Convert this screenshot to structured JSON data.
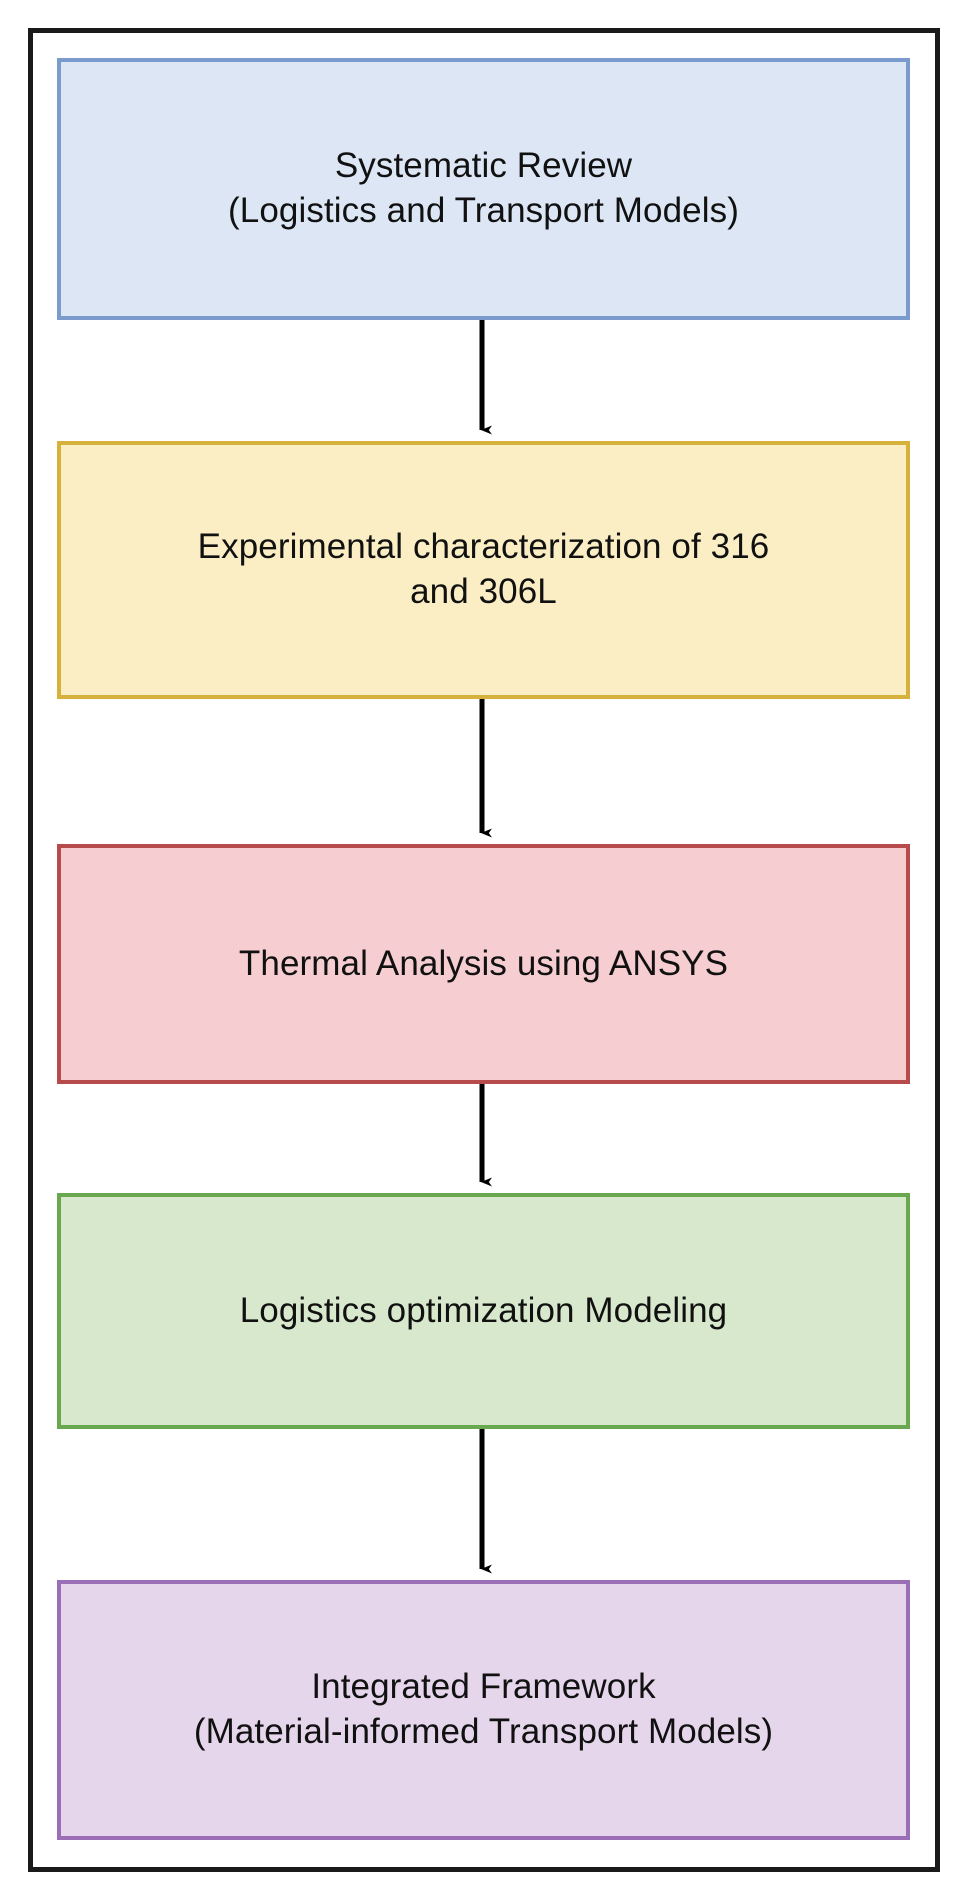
{
  "figure": {
    "type": "flowchart",
    "orientation": "vertical top-to-bottom",
    "frame_border_color": "#1a1a1a",
    "background_color": "#ffffff",
    "arrow_color": "#000000",
    "node_count": 5,
    "arrow_count": 4
  },
  "nodes": [
    {
      "id": "systematic-review",
      "line1": "Systematic Review",
      "line2": "(Logistics and Transport Models)",
      "text": "Systematic Review\n(Logistics and Transport Models)",
      "fill": "#dce6f5",
      "stroke": "#7a9bcb"
    },
    {
      "id": "experimental-characterization",
      "line1": "Experimental characterization of 316",
      "line2": "and  306L",
      "text": "Experimental characterization of 316\nand  306L",
      "fill": "#fbeec4",
      "stroke": "#d6b13c"
    },
    {
      "id": "thermal-analysis",
      "line1": "Thermal Analysis using ANSYS",
      "line2": "",
      "text": "Thermal Analysis using ANSYS",
      "fill": "#f6ced1",
      "stroke": "#b74b4b"
    },
    {
      "id": "logistics-optimization",
      "line1": "Logistics optimization Modeling",
      "line2": "",
      "text": "Logistics optimization Modeling",
      "fill": "#d8e8cd",
      "stroke": "#6aa84f"
    },
    {
      "id": "integrated-framework",
      "line1": "Integrated Framework",
      "line2": "(Material-informed Transport Models)",
      "text": "Integrated Framework\n(Material-informed Transport Models)",
      "fill": "#e5d6eb",
      "stroke": "#9b6fb5"
    }
  ],
  "edges": [
    {
      "id": "edge-1",
      "from": "systematic-review",
      "to": "experimental-characterization",
      "style": "solid-arrow"
    },
    {
      "id": "edge-2",
      "from": "experimental-characterization",
      "to": "thermal-analysis",
      "style": "solid-arrow"
    },
    {
      "id": "edge-3",
      "from": "thermal-analysis",
      "to": "logistics-optimization",
      "style": "solid-arrow"
    },
    {
      "id": "edge-4",
      "from": "logistics-optimization",
      "to": "integrated-framework",
      "style": "solid-arrow"
    }
  ]
}
